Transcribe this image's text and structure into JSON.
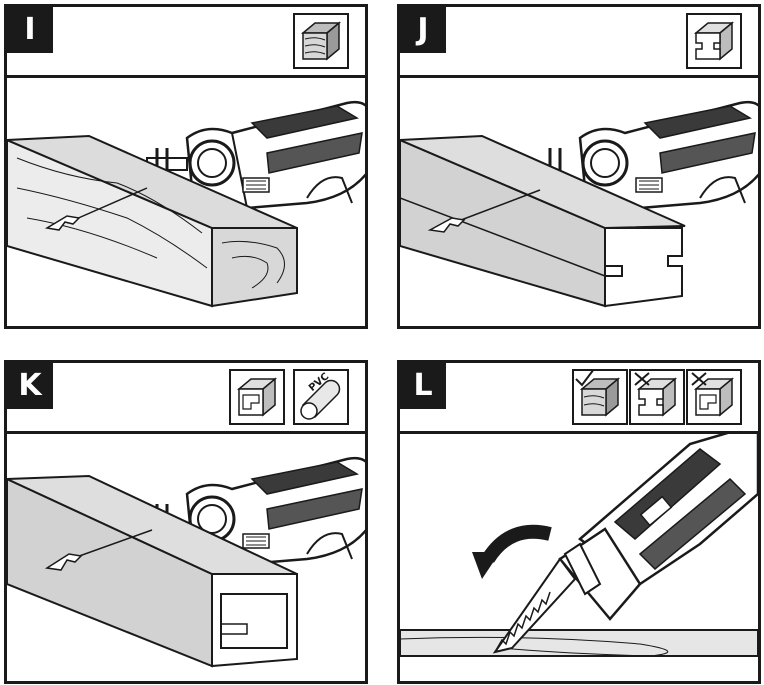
{
  "panels": [
    {
      "id": "I",
      "label": "I",
      "material": "wood"
    },
    {
      "id": "J",
      "label": "J",
      "material": "profile"
    },
    {
      "id": "K",
      "label": "K",
      "material": "tube",
      "pvc_text": "PVC"
    },
    {
      "id": "L",
      "label": "L",
      "material": "flush"
    }
  ],
  "colors": {
    "line": "#1a1a1a",
    "wood": "#e6e6e6",
    "material": "#d2d2d2",
    "saw_dark": "#2a2a2a",
    "saw_mid": "#5a5a5a"
  }
}
